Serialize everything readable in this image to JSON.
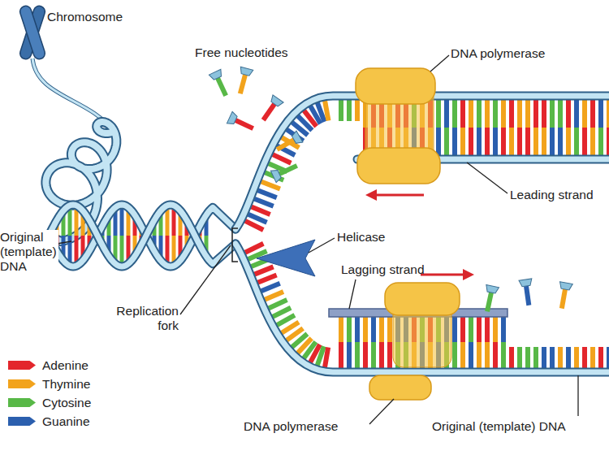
{
  "diagram": {
    "labels": [
      "Chromosome",
      "Free nucleotides",
      "DNA polymerase",
      "Leading strand",
      "Original (template) DNA",
      "Helicase",
      "Lagging strand",
      "Replication fork",
      "DNA polymerase",
      "Original (template) DNA"
    ],
    "legend": [
      {
        "text": "Adenine",
        "color": "#e3262c"
      },
      {
        "text": "Thymine",
        "color": "#f2a31c"
      },
      {
        "text": "Cytosine",
        "color": "#58b847"
      },
      {
        "text": "Guanine",
        "color": "#2b5fae"
      }
    ]
  }
}
